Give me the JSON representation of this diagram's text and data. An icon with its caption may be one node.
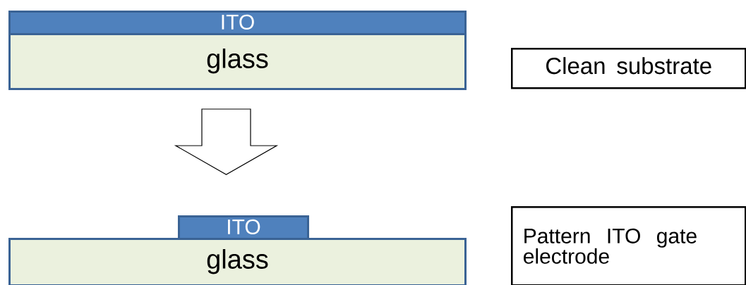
{
  "diagram": {
    "nodes": [
      {
        "text": [
          "ITO"
        ]
      },
      {
        "text": [
          "glass"
        ]
      },
      {
        "text": [
          "Clean substrate"
        ]
      },
      {
        "text": [
          "ITO"
        ]
      },
      {
        "text": [
          "glass"
        ]
      },
      {
        "text": [
          "Pattern ITO gate electrode"
        ]
      }
    ],
    "edges": [
      {
        "from": 1,
        "to": 3,
        "arrow": "to"
      }
    ]
  }
}
